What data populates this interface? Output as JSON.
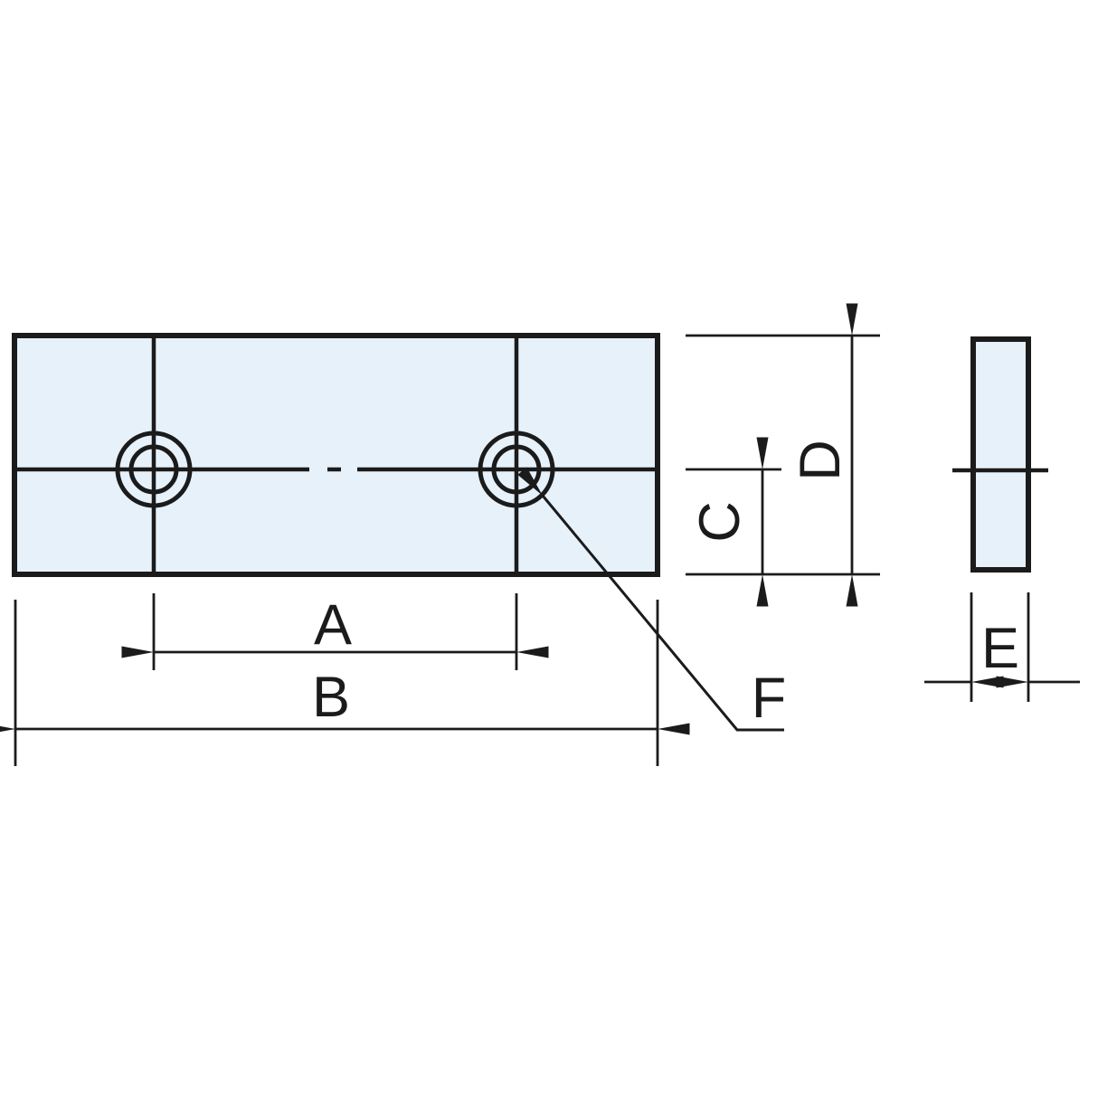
{
  "dimensions": {
    "a_label": "A",
    "b_label": "B",
    "c_label": "C",
    "d_label": "D",
    "e_label": "E",
    "f_label": "F"
  },
  "colors": {
    "part_fill": "#e6f1fa",
    "line": "#1b1b1b",
    "background": "#ffffff"
  }
}
